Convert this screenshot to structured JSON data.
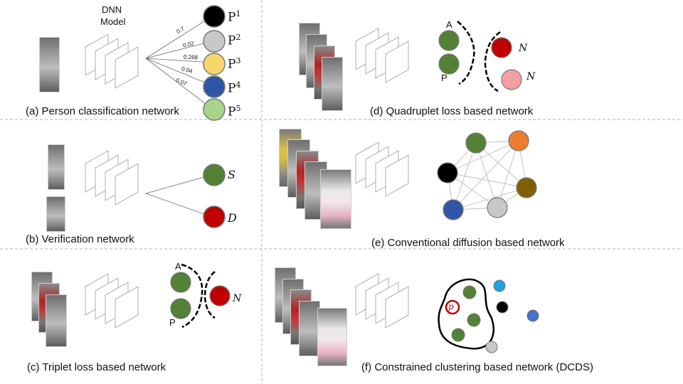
{
  "panels": {
    "a": {
      "caption": "(a) Person classification network",
      "dnn_line1": "DNN",
      "dnn_line2": "Model",
      "probs": [
        "0.7",
        "0.02",
        "0.268",
        "0.04",
        "0.07"
      ],
      "nodes": [
        "P",
        "P",
        "P",
        "P",
        "P"
      ],
      "node_sups": [
        "1",
        "2",
        "3",
        "4",
        "5"
      ],
      "colors": [
        "#000000",
        "#c8c8c8",
        "#f5d76e",
        "#2f56a6",
        "#a6d58a"
      ]
    },
    "b": {
      "caption": "(b) Verification network",
      "nodes": [
        "S",
        "D"
      ],
      "colors": [
        "#538135",
        "#c00000"
      ]
    },
    "c": {
      "caption": "(c) Triplet loss based network",
      "anchor": "A",
      "positive": "P",
      "negative": "N",
      "colors": [
        "#538135",
        "#c00000"
      ]
    },
    "d": {
      "caption": "(d) Quadruplet loss based network",
      "anchor": "A",
      "positive": "P",
      "negative1": "N",
      "negative2": "N",
      "colors": [
        "#538135",
        "#c00000",
        "#f4a0a0"
      ]
    },
    "e": {
      "caption": "(e) Conventional diffusion based network",
      "colors": [
        "#538135",
        "#ed7d31",
        "#000000",
        "#7f6000",
        "#2f56a6",
        "#c8c8c8"
      ]
    },
    "f": {
      "caption": "(f) Constrained clustering based network (DCDS)",
      "probe": "p",
      "colors": [
        "#538135",
        "#1da1e2",
        "#000000",
        "#4472c4",
        "#c8c8c8",
        "#c00000"
      ]
    }
  }
}
